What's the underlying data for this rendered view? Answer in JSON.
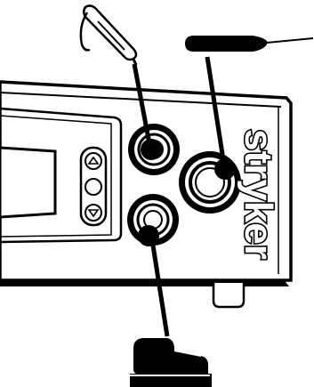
{
  "diagram": {
    "brand": "stryker",
    "colors": {
      "ink": "#000000",
      "paper": "#ffffff"
    },
    "components": {
      "console": "console-unit",
      "display": "lcd-display",
      "buttons": [
        "up-arrow-button",
        "select-button",
        "down-arrow-button"
      ],
      "ports": [
        "top-left-port",
        "center-right-port",
        "bottom-left-port"
      ],
      "cables": [
        "handpiece-cable",
        "pen-probe-cable",
        "footswitch-cable"
      ],
      "accessories": [
        "hook-handpiece",
        "pen-probe",
        "footswitch-pedal"
      ]
    }
  }
}
